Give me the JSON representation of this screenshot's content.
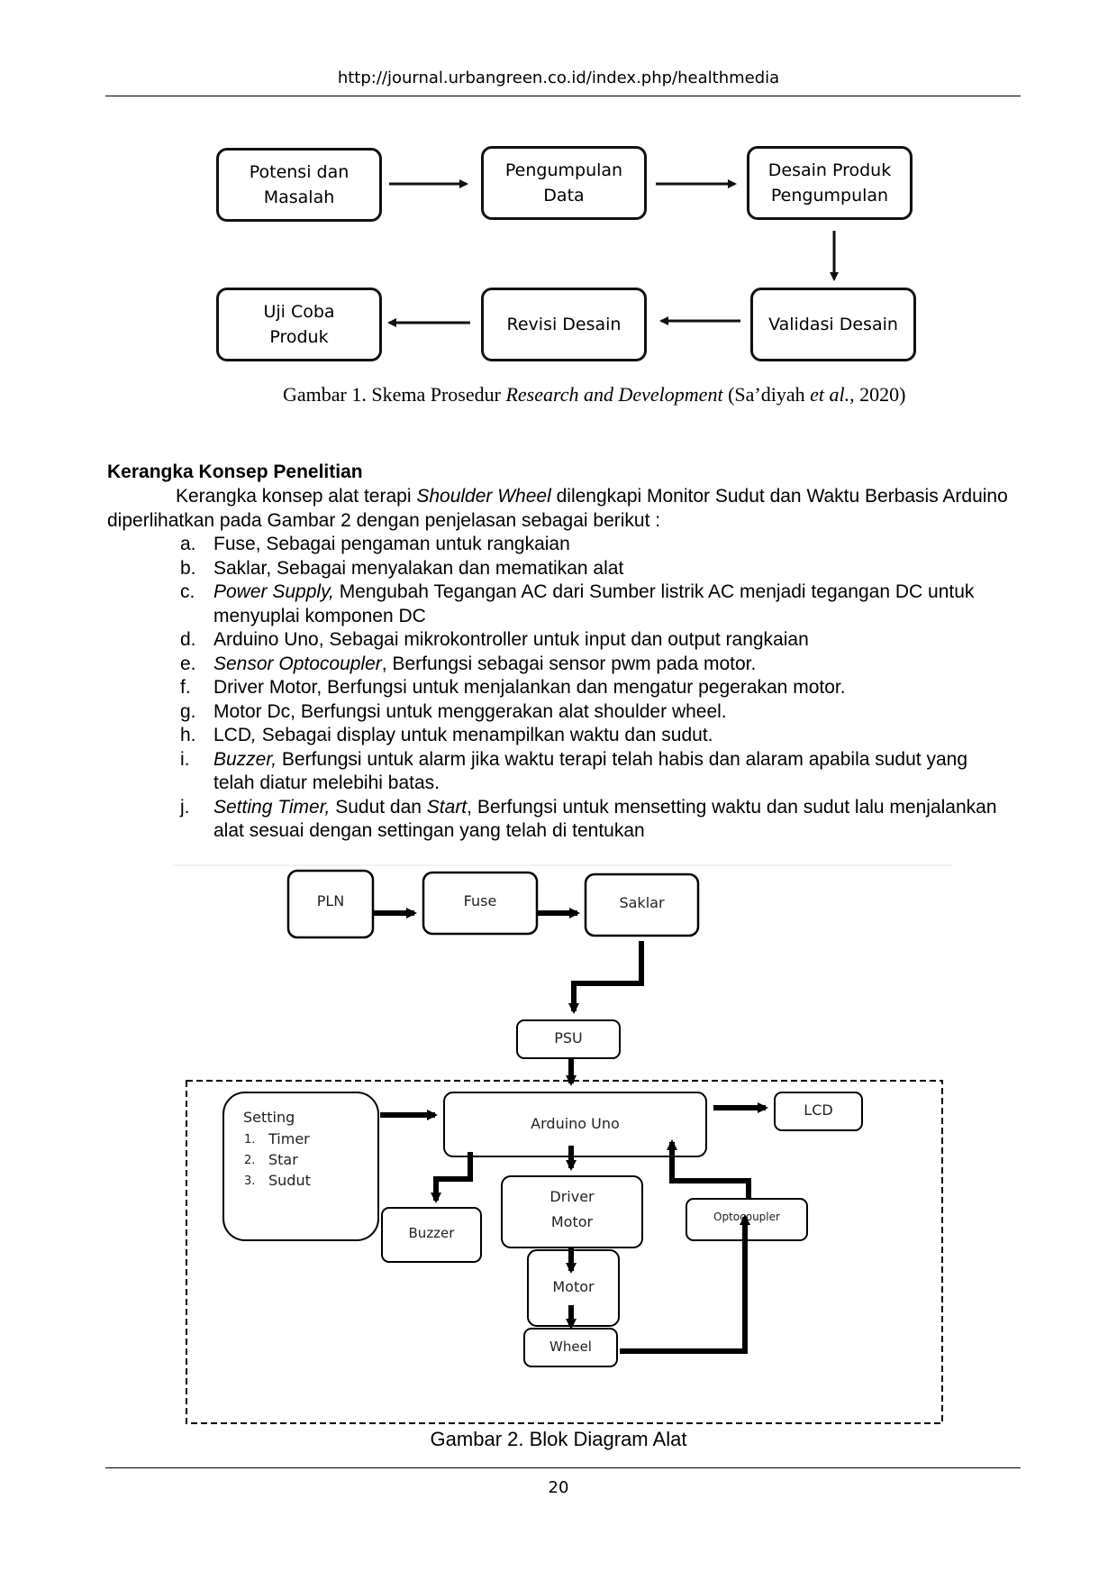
{
  "header": {
    "url": "http://journal.urbangreen.co.id/index.php/healthmedia"
  },
  "figure1": {
    "boxes": {
      "potensi": "Potensi dan\nMasalah",
      "pengumpulan": "Pengumpulan\nData",
      "desain": "Desain Produk\nPengumpulan",
      "validasi": "Validasi Desain",
      "revisi": "Revisi Desain",
      "ujicoba": "Uji Coba\nProduk"
    },
    "caption": {
      "prefix": "Gambar 1. Skema Prosedur ",
      "italic1": "Research and Development",
      "mid": " (Sa’diyah ",
      "italic2": "et al.",
      "suffix": ", 2020)"
    }
  },
  "section": {
    "heading": "Kerangka Konsep Penelitian",
    "para": {
      "p1": "Kerangka konsep alat terapi ",
      "italic": "Shoulder Wheel",
      "p2": " dilengkapi Monitor Sudut dan Waktu Berbasis Arduino diperlihatkan pada Gambar 2 dengan penjelasan sebagai berikut :"
    },
    "items": [
      {
        "label": "a.",
        "plain_before": "Fuse, Sebagai pengaman untuk rangkaian"
      },
      {
        "label": "b.",
        "plain_before": "Saklar, Sebagai menyalakan dan mematikan alat"
      },
      {
        "label": "c.",
        "italic": "Power Supply,",
        "plain_after": " Mengubah Tegangan AC dari Sumber listrik AC menjadi tegangan DC untuk menyuplai komponen DC"
      },
      {
        "label": "d.",
        "plain_before": "Arduino Uno, Sebagai mikrokontroller untuk input dan output rangkaian"
      },
      {
        "label": "e.",
        "italic": "Sensor Optocoupler",
        "plain_after": ", Berfungsi sebagai sensor pwm pada motor."
      },
      {
        "label": "f.",
        "plain_before": "Driver Motor, Berfungsi untuk menjalankan dan mengatur pegerakan motor."
      },
      {
        "label": "g.",
        "plain_before": "Motor Dc, Berfungsi untuk menggerakan alat shoulder wheel."
      },
      {
        "label": "h.",
        "plain_before": "LCD",
        "italic": ",",
        "plain_after": " Sebagai display untuk menampilkan waktu dan sudut."
      },
      {
        "label": "i.",
        "italic": "Buzzer,",
        "plain_after": " Berfungsi untuk alarm jika waktu terapi telah habis dan alaram apabila sudut yang telah diatur melebihi batas."
      },
      {
        "label": "j.",
        "italic": "Setting Timer,",
        "plain_after": " Sudut dan ",
        "italic2": "Start",
        "plain_after2": ", Berfungsi untuk mensetting waktu dan sudut lalu menjalankan alat sesuai dengan settingan yang telah di tentukan"
      }
    ]
  },
  "figure2": {
    "pln": "PLN",
    "fuse": "Fuse",
    "saklar": "Saklar",
    "psu": "PSU",
    "arduino": "Arduino Uno",
    "lcd": "LCD",
    "setting": {
      "title": "Setting",
      "items": [
        "Timer",
        "Star",
        "Sudut"
      ],
      "nums": [
        "1.",
        "2.",
        "3."
      ]
    },
    "buzzer": "Buzzer",
    "driver": {
      "l1": "Driver",
      "l2": "Motor"
    },
    "optocoupler": "Optocoupler",
    "motor": "Motor",
    "wheel": "Wheel",
    "caption": "Gambar 2. Blok Diagram Alat"
  },
  "footer": {
    "page": "20"
  }
}
